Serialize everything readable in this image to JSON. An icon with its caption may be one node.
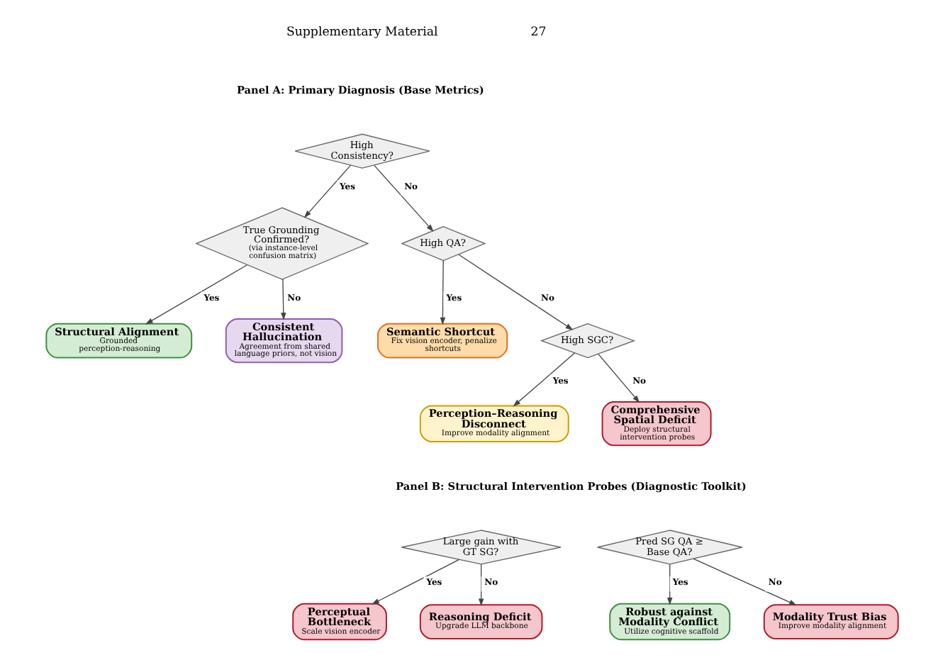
{
  "diagram": {
    "nodes": [
      {
        "text": [
          "High Consistency?"
        ]
      },
      {
        "text": [
          "True Grounding Confirmed?",
          "(via instance-level confusion matrix)"
        ]
      },
      {
        "text": [
          "High QA?"
        ]
      },
      {
        "text": [
          "Structural Alignment",
          "Grounded perception-reasoning"
        ]
      },
      {
        "text": [
          "Consistent Hallucination",
          "Agreement from shared language priors, not vision"
        ]
      },
      {
        "text": [
          "Semantic Shortcut",
          "Fix vision encoder, penalize shortcuts"
        ]
      },
      {
        "text": [
          "High SGC?"
        ]
      },
      {
        "text": [
          "Perception–Reasoning Disconnect",
          "Improve modality alignment"
        ]
      },
      {
        "text": [
          "Comprehensive Spatial Deficit",
          "Deploy structural intervention probes"
        ]
      },
      {
        "text": [
          "Large gain with GT SG?"
        ]
      },
      {
        "text": [
          "Perceptual Bottleneck",
          "Scale vision encoder"
        ]
      },
      {
        "text": [
          "Reasoning Deficit",
          "Upgrade LLM backbone"
        ]
      },
      {
        "text": [
          "Pred SG QA ≥ Base QA?"
        ]
      },
      {
        "text": [
          "Robust against Modality Conflict",
          "Utilize cognitive scaffold"
        ]
      },
      {
        "text": [
          "Modality Trust Bias",
          "Improve modality alignment"
        ]
      }
    ],
    "edges": [
      {
        "from": 0,
        "to": 1,
        "arrow": "to",
        "label": "Yes"
      },
      {
        "from": 0,
        "to": 2,
        "arrow": "to",
        "label": "No"
      },
      {
        "from": 1,
        "to": 3,
        "arrow": "to",
        "label": "Yes"
      },
      {
        "from": 1,
        "to": 4,
        "arrow": "to",
        "label": "No"
      },
      {
        "from": 2,
        "to": 5,
        "arrow": "to",
        "label": "Yes"
      },
      {
        "from": 2,
        "to": 6,
        "arrow": "to",
        "label": "No"
      },
      {
        "from": 6,
        "to": 7,
        "arrow": "to",
        "label": "Yes"
      },
      {
        "from": 6,
        "to": 8,
        "arrow": "to",
        "label": "No"
      },
      {
        "from": 9,
        "to": 10,
        "arrow": "to",
        "label": "Yes"
      },
      {
        "from": 9,
        "to": 11,
        "arrow": "to",
        "label": "No"
      },
      {
        "from": 12,
        "to": 13,
        "arrow": "to",
        "label": "Yes"
      },
      {
        "from": 12,
        "to": 14,
        "arrow": "to",
        "label": "No"
      }
    ],
    "labels": [
      "Supplementary Material",
      "27",
      "Panel A: Primary Diagnosis (Base Metrics)",
      "Panel B: Structural Intervention Probes (Diagnostic Toolkit)"
    ]
  }
}
